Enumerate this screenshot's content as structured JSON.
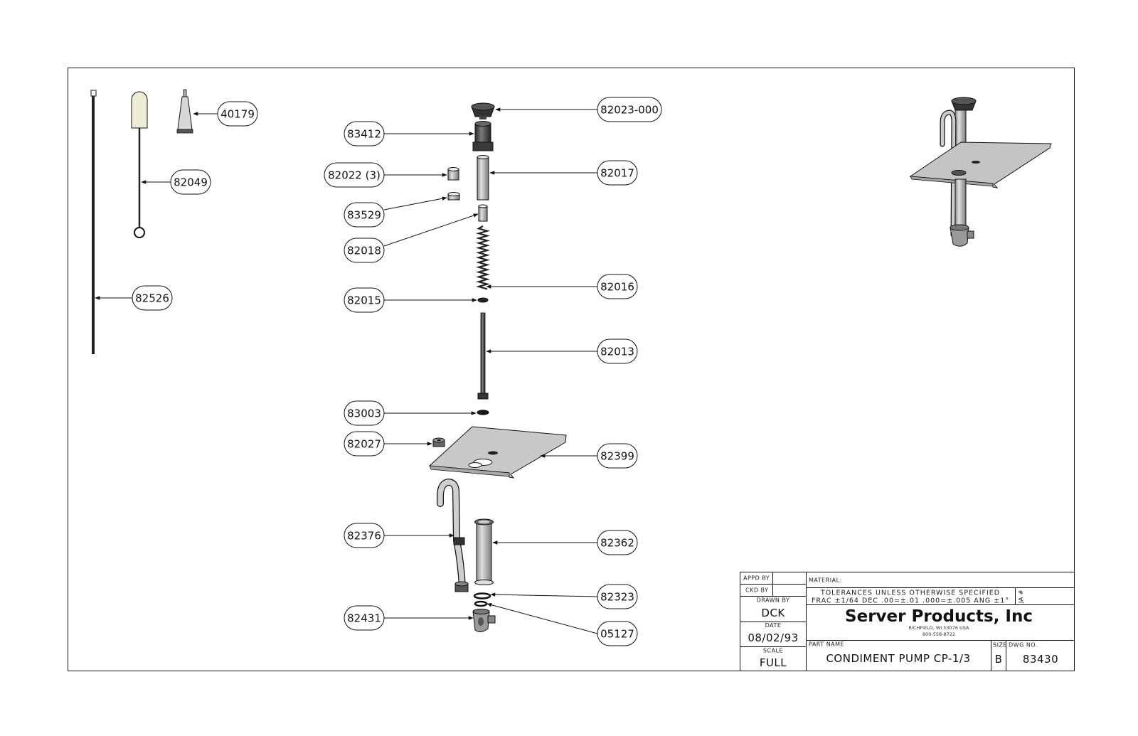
{
  "callouts": {
    "p40179": "40179",
    "p82049": "82049",
    "p82526": "82526",
    "p82023": "82023-000",
    "p83412": "83412",
    "p82022": "82022 (3)",
    "p82017": "82017",
    "p83529": "83529",
    "p82018": "82018",
    "p82016": "82016",
    "p82015": "82015",
    "p82013": "82013",
    "p83003": "83003",
    "p82027": "82027",
    "p82399": "82399",
    "p82376": "82376",
    "p82362": "82362",
    "p82323": "82323",
    "p82431": "82431",
    "p05127": "05127"
  },
  "title_block": {
    "appd_by_label": "APPD BY",
    "ckd_by_label": "CKD BY",
    "drawn_by_label": "DRAWN BY",
    "drawn_by": "DCK",
    "date_label": "DATE",
    "date": "08/02/93",
    "scale_label": "SCALE",
    "scale": "FULL",
    "material_label": "MATERIAL:",
    "tolerances_line1": "TOLERANCES UNLESS OTHERWISE SPECIFIED",
    "tolerances_line2": "FRAC ±1/64 DEC .00=±.01 .000=±.005 ANG ±1°",
    "ja_label": "JA #",
    "company": "Server Products, Inc",
    "address": "RICHFIELD, WI 53076 USA",
    "phone": "800-558-8722",
    "part_name_label": "PART NAME",
    "part_name": "CONDIMENT PUMP CP-1/3",
    "size_label": "SIZE",
    "size": "B",
    "dwg_no_label": "DWG NO.",
    "dwg_no": "83430"
  },
  "colors": {
    "line": "#111111",
    "part_gray": "#b8b8b8",
    "part_dark": "#4a4a4a",
    "plate": "#c9c9c9",
    "tip_cream": "#efedd6"
  }
}
